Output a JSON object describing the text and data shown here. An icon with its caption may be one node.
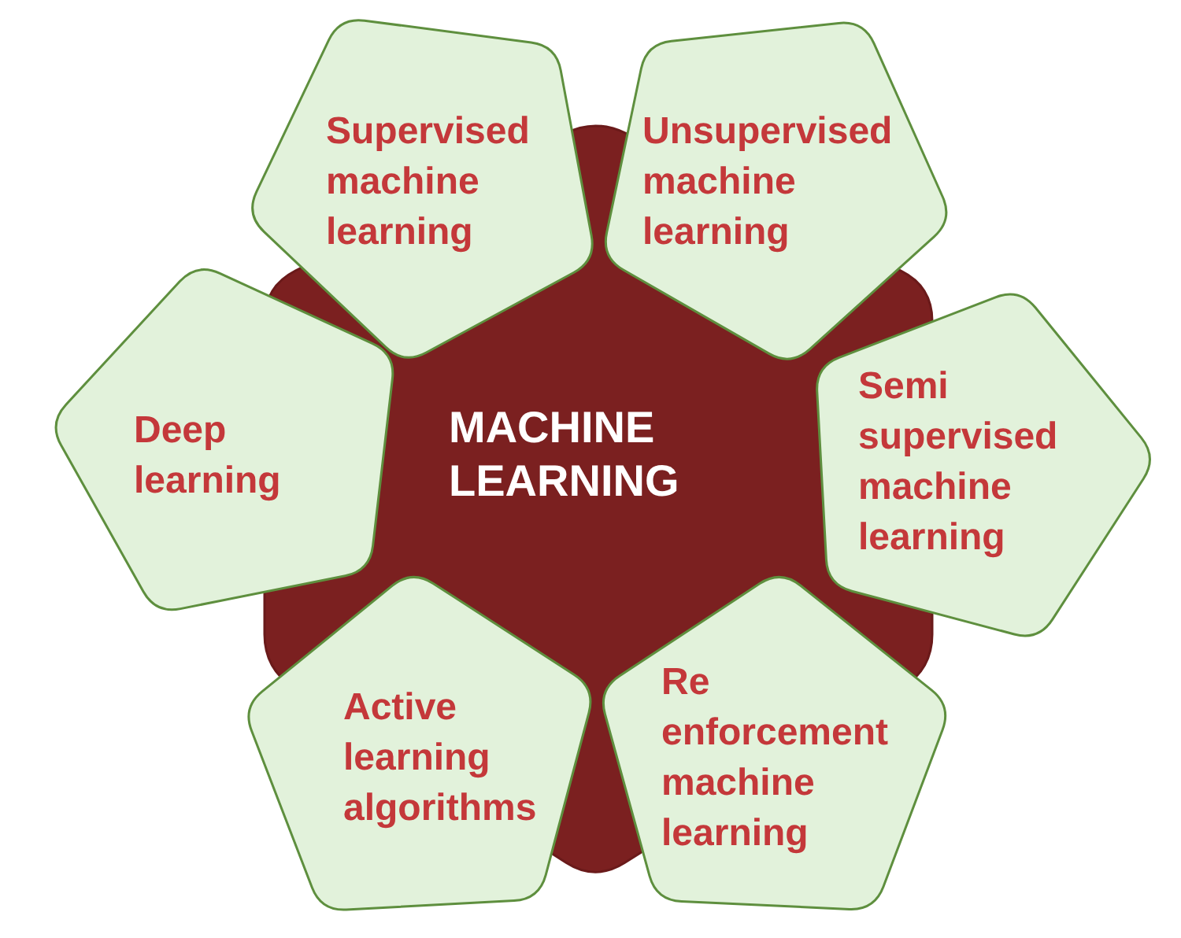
{
  "diagram": {
    "nodes": [
      {
        "text": [
          "Supervised machine learning"
        ]
      },
      {
        "text": [
          "Unsupervised machine learning"
        ]
      },
      {
        "text": [
          "Deep learning"
        ]
      },
      {
        "text": [
          "MACHINE LEARNING"
        ]
      },
      {
        "text": [
          "Semi supervised machine learning"
        ]
      },
      {
        "text": [
          "Active learning algorithms"
        ]
      },
      {
        "text": [
          "Re enforcement machine learning"
        ]
      }
    ],
    "edges": []
  }
}
